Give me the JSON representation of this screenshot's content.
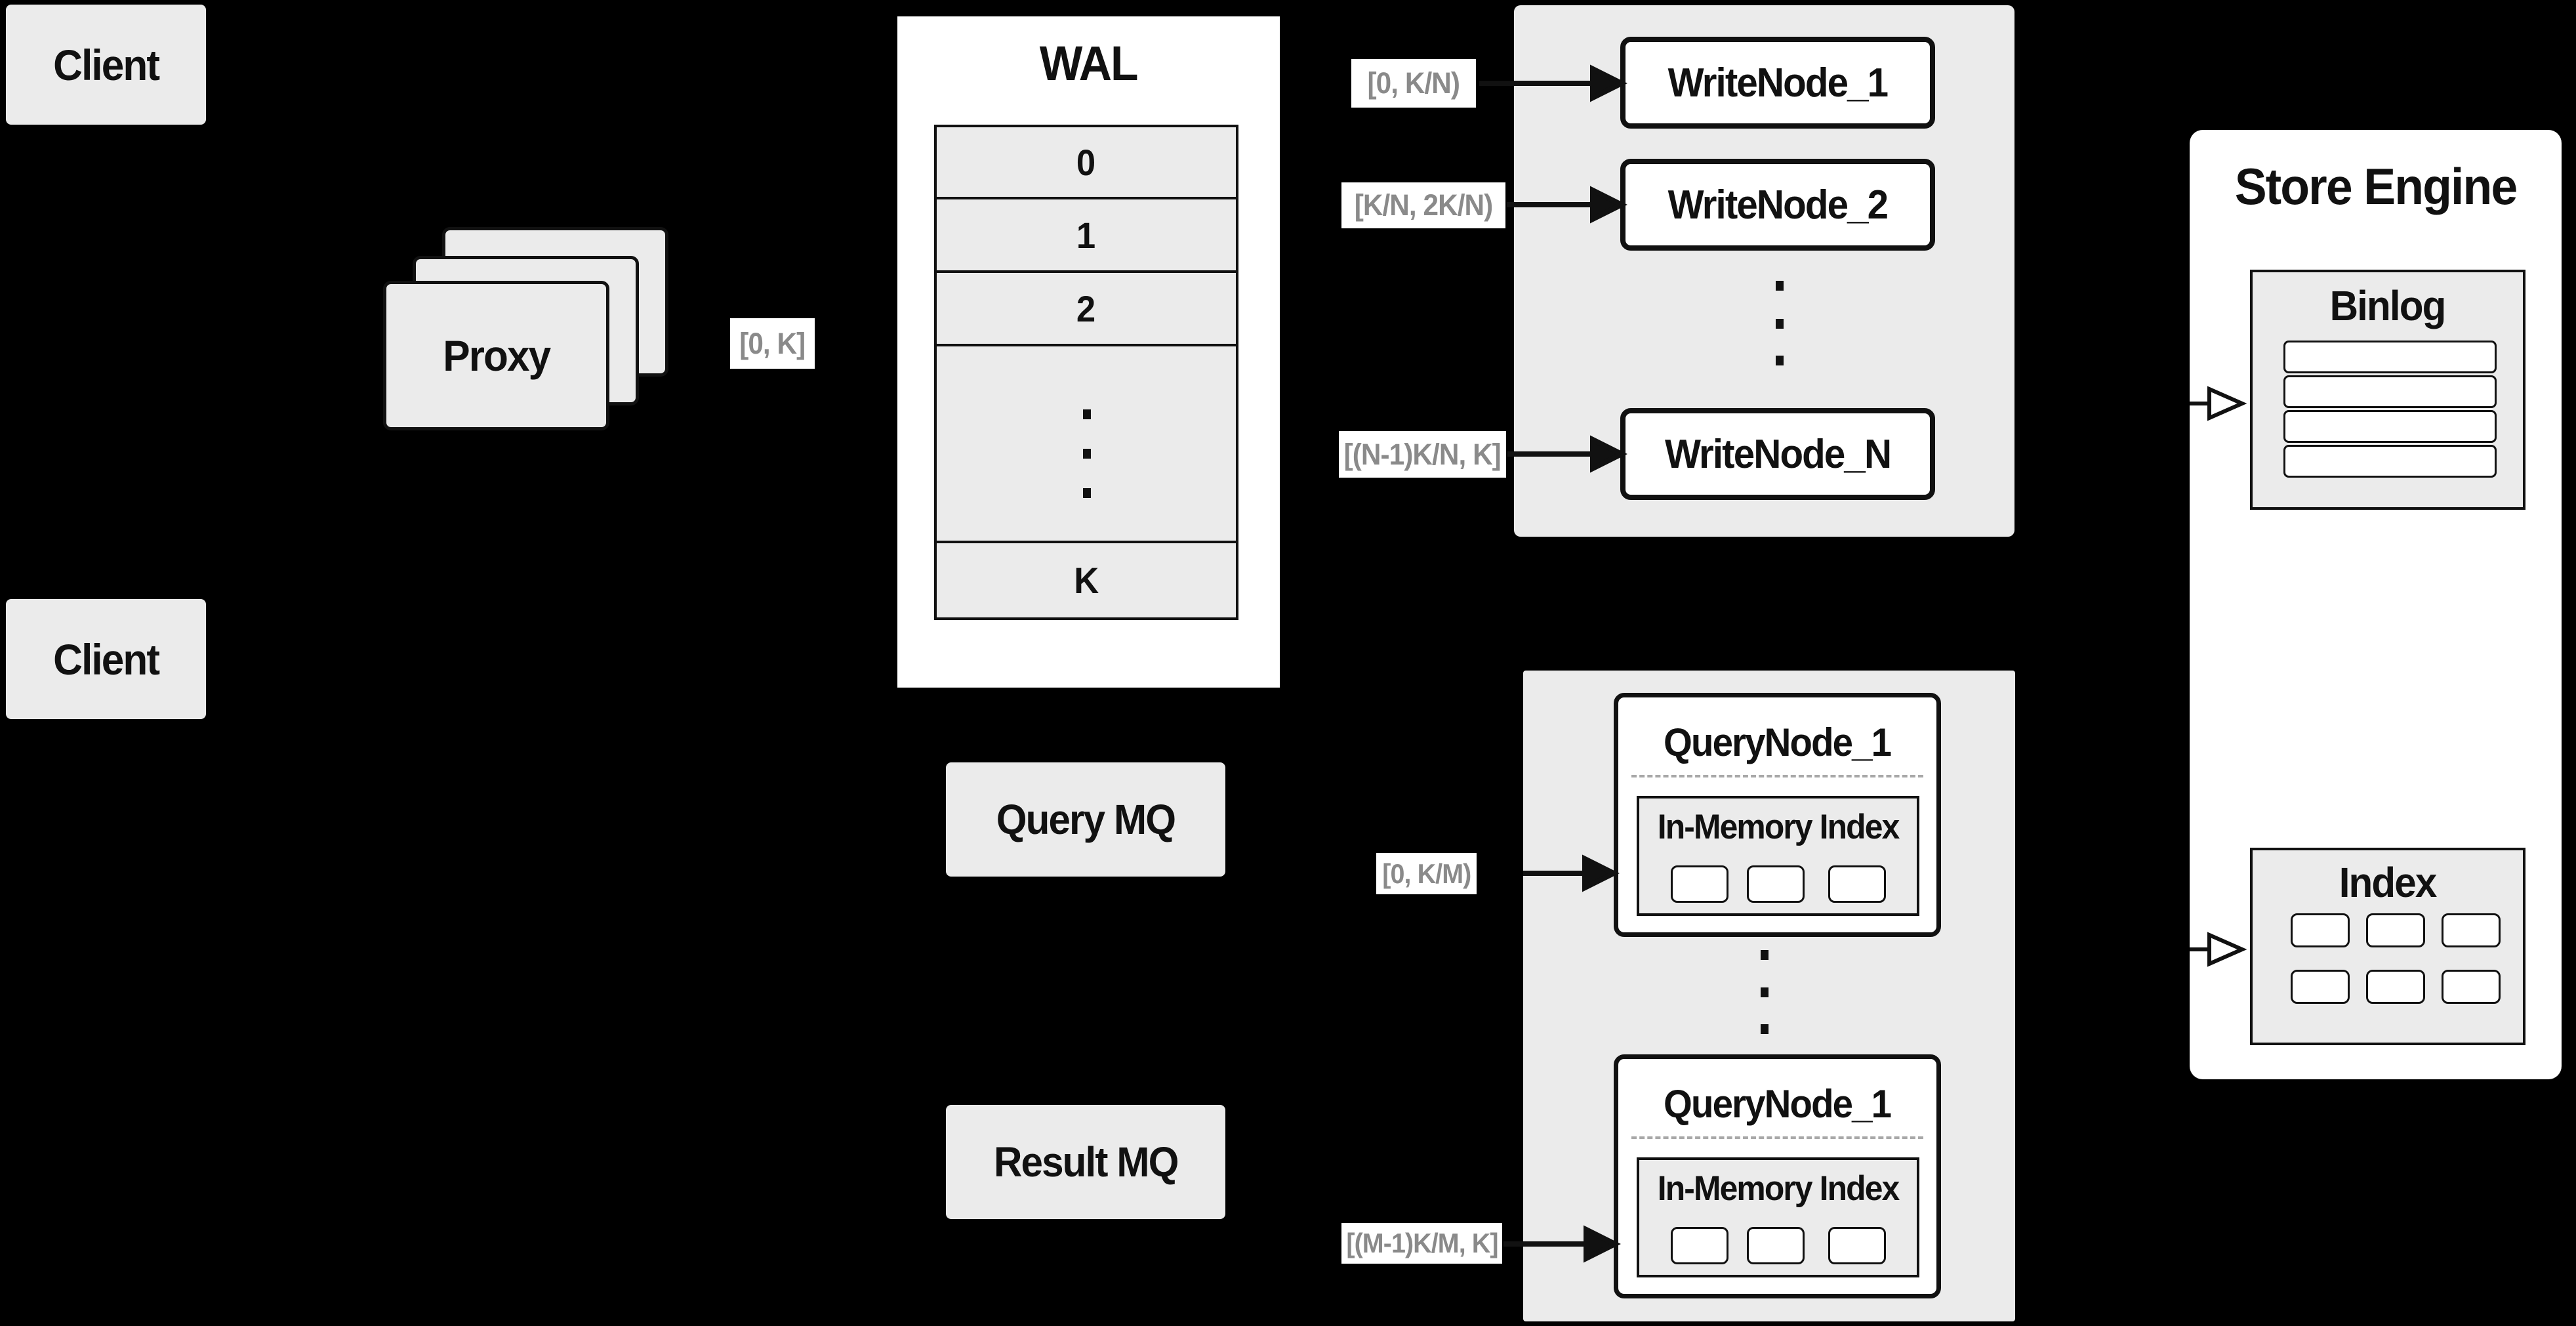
{
  "colors": {
    "background": "#000000",
    "panel_gray": "#ebebeb",
    "node_white": "#ffffff",
    "line_black": "#111111",
    "range_text_gray": "#8a8a8a",
    "dash_gray": "#a8a8a8"
  },
  "client": {
    "top": "Client",
    "bottom": "Client"
  },
  "proxy": {
    "label": "Proxy",
    "range": "[0, K]"
  },
  "wal": {
    "title": "WAL",
    "rows": [
      "0",
      "1",
      "2"
    ],
    "last": "K"
  },
  "write": {
    "ranges": [
      "[0, K/N)",
      "[K/N, 2K/N)",
      "[(N-1)K/N, K]"
    ],
    "nodes": [
      "WriteNode_1",
      "WriteNode_2",
      "WriteNode_N"
    ]
  },
  "query": {
    "mq": "Query MQ",
    "result_mq": "Result MQ",
    "in_range": "[0, K/M)",
    "out_range": "[(M-1)K/M, K]",
    "nodes": [
      {
        "title": "QueryNode_1",
        "mem": "In-Memory Index"
      },
      {
        "title": "QueryNode_1",
        "mem": "In-Memory Index"
      }
    ]
  },
  "store": {
    "title": "Store Engine",
    "binlog": "Binlog",
    "index": "Index"
  }
}
